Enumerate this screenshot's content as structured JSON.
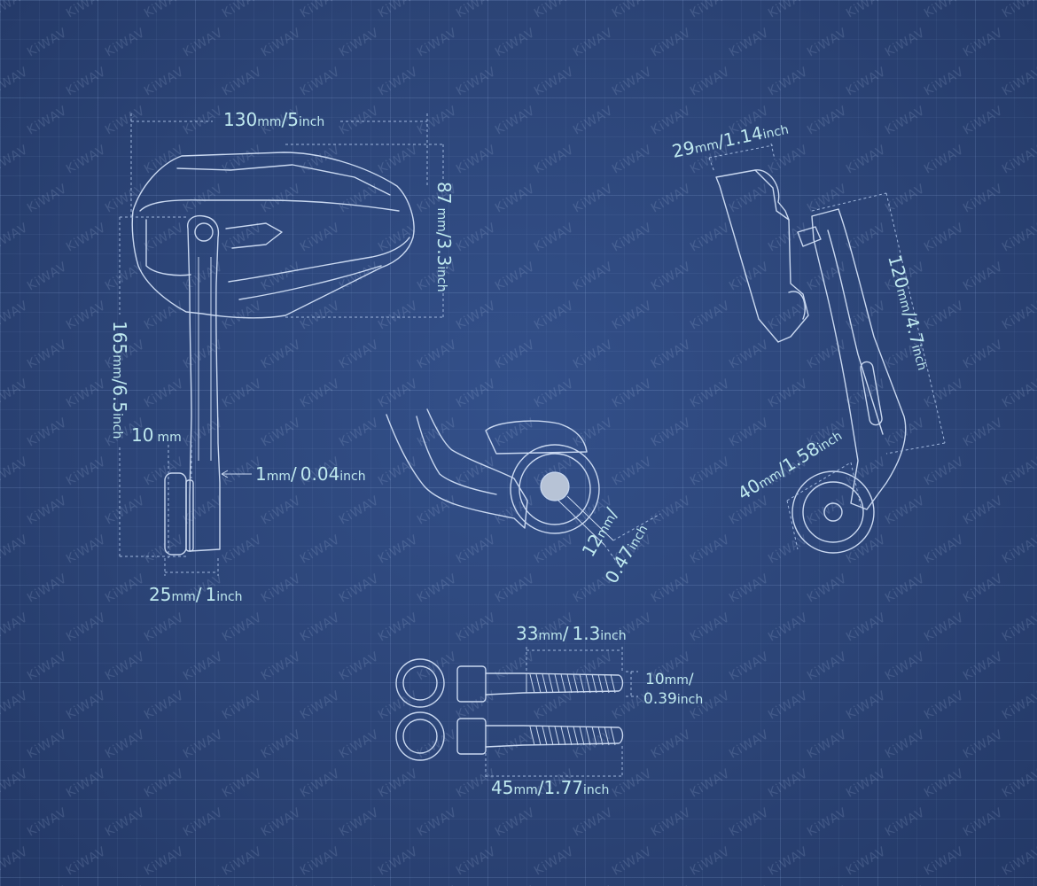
{
  "watermark": "KiWAV",
  "colors": {
    "background": "#2a4273",
    "line": "#c9d8f0",
    "label": "#bfe9ef"
  },
  "front_view": {
    "width": {
      "num": "130",
      "unit": "mm",
      "sep": "/",
      "num2": "5",
      "unit2": "inch"
    },
    "height": {
      "num": "87",
      "unit": "mm",
      "sep": "/",
      "num2": "3.3",
      "unit2": "inch"
    },
    "total_height": {
      "num": "165",
      "unit": "mm",
      "sep": "/",
      "num2": "6.5",
      "unit2": "inch"
    },
    "clamp_offset": {
      "num": "10",
      "unit": "mm"
    },
    "gap": {
      "num": "1",
      "unit": "mm",
      "sep": "/",
      "num2": "0.04",
      "unit2": "inch"
    },
    "base_width": {
      "num": "25",
      "unit": "mm",
      "sep": "/",
      "num2": "1",
      "unit2": "inch"
    }
  },
  "mount_view": {
    "bore": {
      "num": "12",
      "unit": "mm",
      "sep": "/",
      "num2": "0.47",
      "unit2": "inch"
    }
  },
  "side_view": {
    "mirror_depth": {
      "num": "29",
      "unit": "mm",
      "sep": "/",
      "num2": "1.14",
      "unit2": "inch"
    },
    "arm_length": {
      "num": "120",
      "unit": "mm",
      "sep": "/",
      "num2": "4.7",
      "unit2": "inch"
    },
    "clamp_diameter": {
      "num": "40",
      "unit": "mm",
      "sep": "/",
      "num2": "1.58",
      "unit2": "inch"
    }
  },
  "bolts": {
    "thread_length": {
      "num": "33",
      "unit": "mm",
      "sep": "/",
      "num2": "1.3",
      "unit2": "inch"
    },
    "diameter": {
      "num": "10",
      "unit": "mm",
      "sep": "/",
      "num2": "0.39",
      "unit2": "inch"
    },
    "total_length": {
      "num": "45",
      "unit": "mm",
      "sep": "/",
      "num2": "1.77",
      "unit2": "inch"
    }
  }
}
